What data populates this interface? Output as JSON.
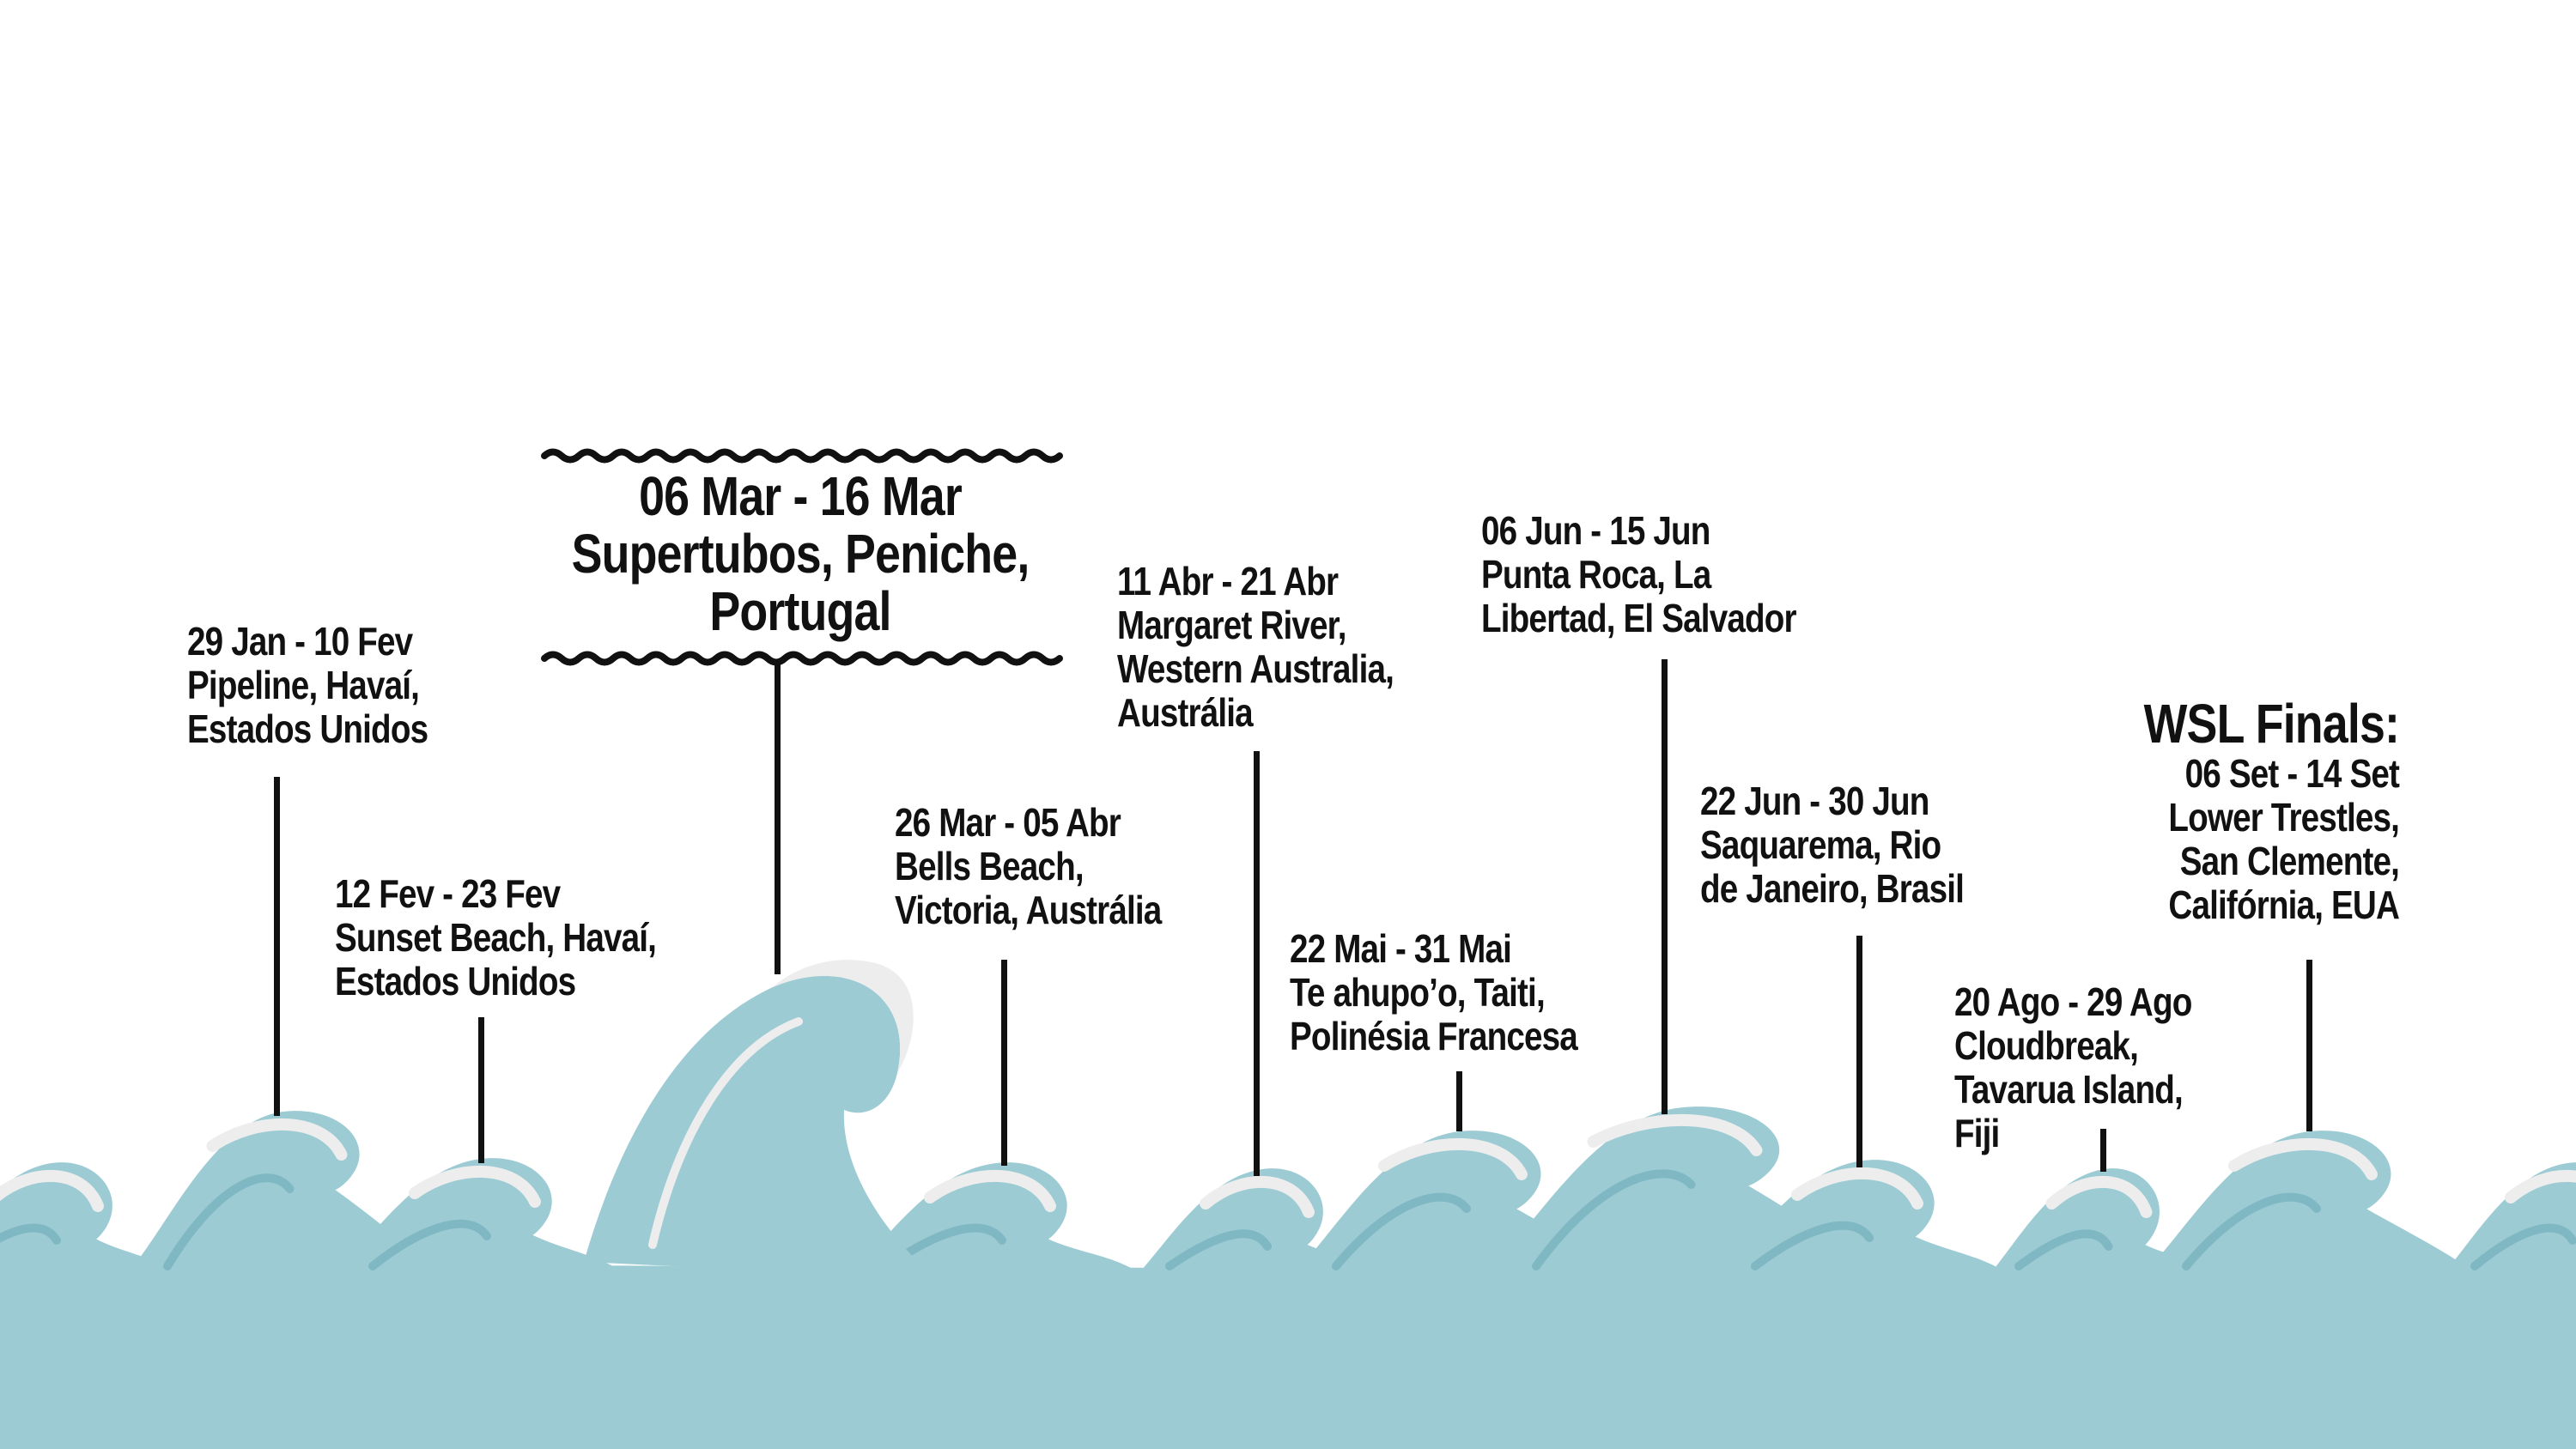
{
  "colors": {
    "sea": "#9ccbd4",
    "wave_dark": "#7fb8c3",
    "foam": "#ededed",
    "ink": "#111111"
  },
  "events": [
    {
      "id": "pipeline",
      "date": "29 Jan - 10 Fev",
      "location": [
        "Pipeline, Havaí,",
        "Estados Unidos"
      ]
    },
    {
      "id": "sunset",
      "date": "12 Fev - 23 Fev",
      "location": [
        "Sunset Beach, Havaí,",
        "Estados Unidos"
      ]
    },
    {
      "id": "peniche",
      "featured": true,
      "date": "06 Mar - 16 Mar",
      "location": [
        "Supertubos, Peniche,",
        "Portugal"
      ]
    },
    {
      "id": "bells",
      "date": "26 Mar - 05 Abr",
      "location": [
        "Bells Beach,",
        "Victoria, Austrália"
      ]
    },
    {
      "id": "margaret",
      "date": "11 Abr - 21 Abr",
      "location": [
        "Margaret River,",
        "Western Australia,",
        "Austrália"
      ]
    },
    {
      "id": "teahupoo",
      "date": "22 Mai - 31 Mai",
      "location": [
        "Te ahupo’o, Taiti,",
        "Polinésia Francesa"
      ]
    },
    {
      "id": "puntaroca",
      "date": "06 Jun - 15 Jun",
      "location": [
        "Punta Roca, La",
        "Libertad, El Salvador"
      ]
    },
    {
      "id": "saquarema",
      "date": "22 Jun - 30 Jun",
      "location": [
        "Saquarema, Rio",
        "de Janeiro, Brasil"
      ]
    },
    {
      "id": "cloudbreak",
      "date": "20 Ago - 29 Ago",
      "location": [
        "Cloudbreak,",
        "Tavarua Island,",
        "Fiji"
      ]
    },
    {
      "id": "finals",
      "heading": "WSL Finals:",
      "date": "06 Set - 14 Set",
      "location": [
        "Lower Trestles,",
        "San Clemente,",
        "Califórnia, EUA"
      ]
    }
  ]
}
